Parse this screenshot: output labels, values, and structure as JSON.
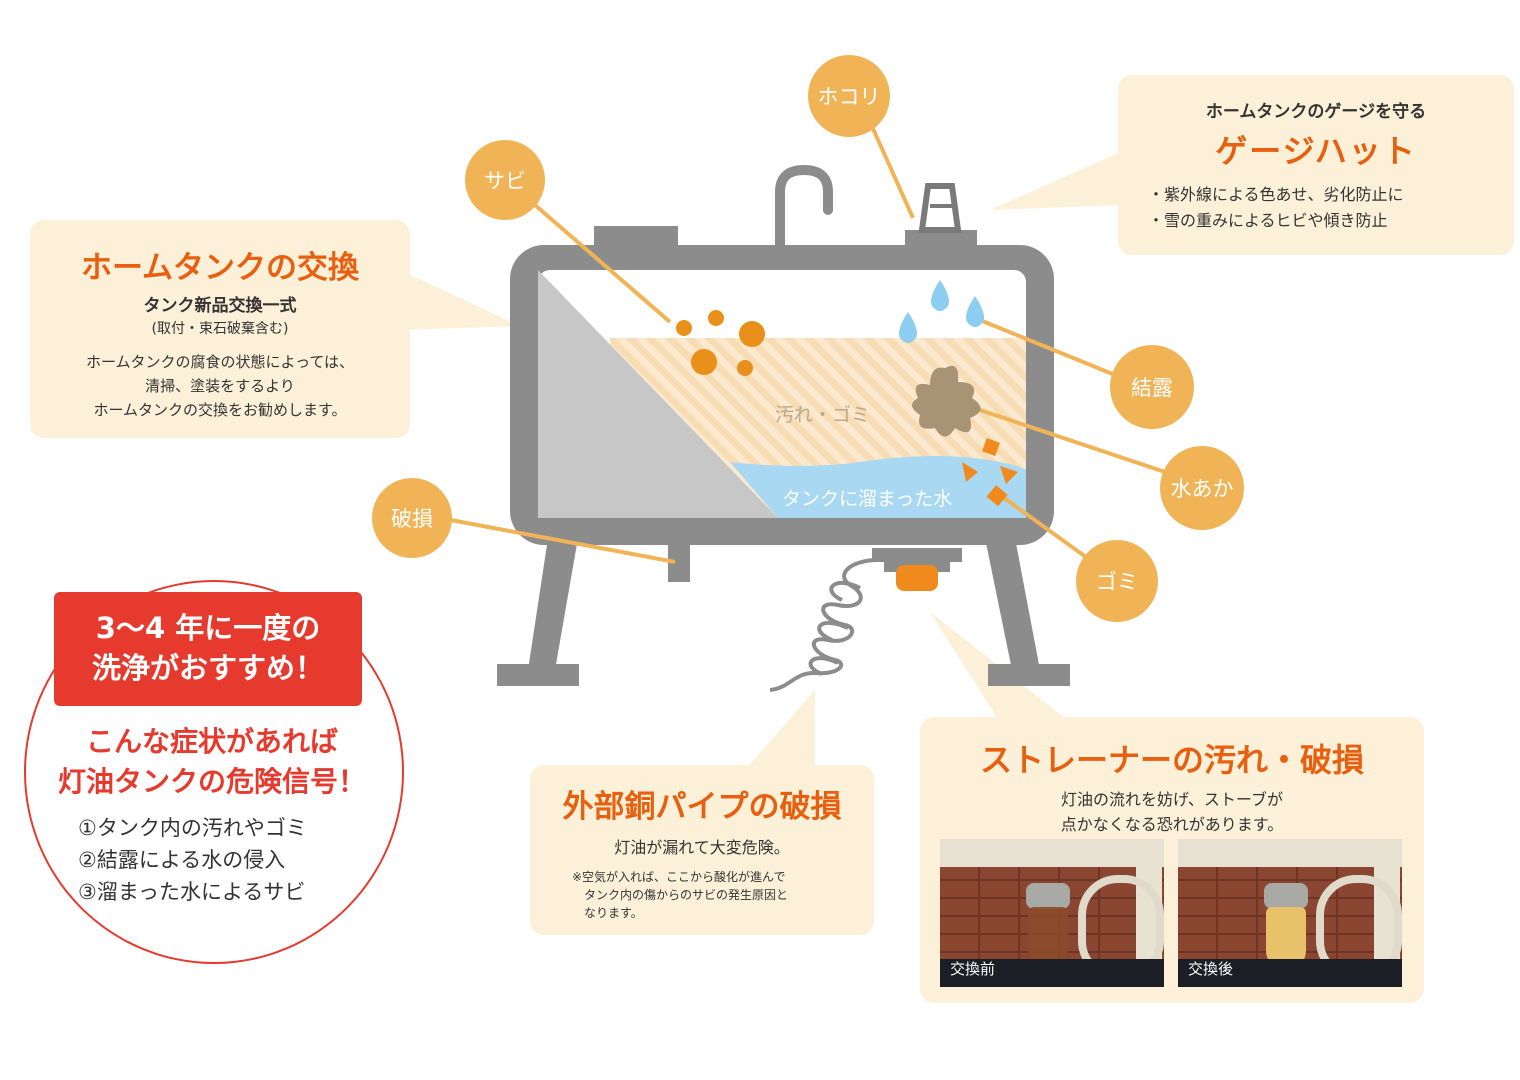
{
  "labels": {
    "rust": "サビ",
    "dust": "ホコリ",
    "condensation": "結露",
    "scale": "水あか",
    "debris": "ゴミ",
    "damage": "破損"
  },
  "tank_labels": {
    "dirt": "汚れ・ゴミ",
    "water": "タンクに溜まった水"
  },
  "replace": {
    "title": "ホームタンクの交換",
    "subtitle": "タンク新品交換一式",
    "paren": "(取付・束石破棄含む)",
    "desc": [
      "ホームタンクの腐食の状態によっては、",
      "清掃、塗装をするより",
      "ホームタンクの交換をお勧めします。"
    ]
  },
  "gauge": {
    "pre": "ホームタンクのゲージを守る",
    "title": "ゲージハット",
    "items": [
      "・紫外線による色あせ、劣化防止に",
      "・雪の重みによるヒビや傾き防止"
    ]
  },
  "pipe": {
    "title": "外部銅パイプの破損",
    "subtitle": "灯油が漏れて大変危険。",
    "note": [
      "※空気が入れば、ここから酸化が進んで",
      "タンク内の傷からのサビの発生原因と",
      "なります。"
    ]
  },
  "strainer": {
    "title": "ストレーナーの汚れ・破損",
    "desc": [
      "灯油の流れを妨げ、ストーブが",
      "点かなくなる恐れがあります。"
    ],
    "photo_before": "交換前",
    "photo_after": "交換後"
  },
  "warning": {
    "banner": [
      "3〜4 年に一度の",
      "洗浄がおすすめ！"
    ],
    "headline": [
      "こんな症状があれば",
      "灯油タンクの危険信号！"
    ],
    "items": [
      "①タンク内の汚れやゴミ",
      "②結露による水の侵入",
      "③溜まった水によるサビ"
    ]
  },
  "colors": {
    "orange_text": "#e8600f",
    "label_circle": "#f0b457",
    "box_bg": "#fdf0d8",
    "tank_gray": "#8c8c8c",
    "water": "#a9d8f2",
    "red": "#e63a2e"
  }
}
